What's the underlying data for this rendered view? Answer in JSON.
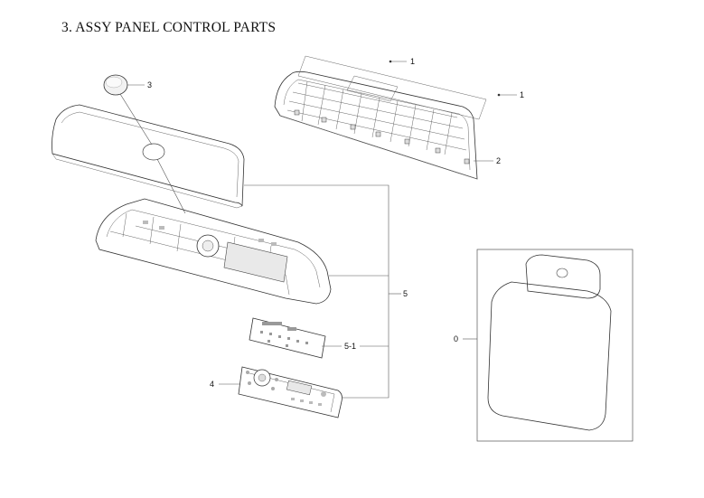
{
  "title": "3. ASSY PANEL CONTROL PARTS",
  "callouts": {
    "c1a": "1",
    "c1b": "1",
    "c2": "2",
    "c3": "3",
    "c4": "4",
    "c5": "5",
    "c51": "5-1",
    "c0": "0"
  }
}
